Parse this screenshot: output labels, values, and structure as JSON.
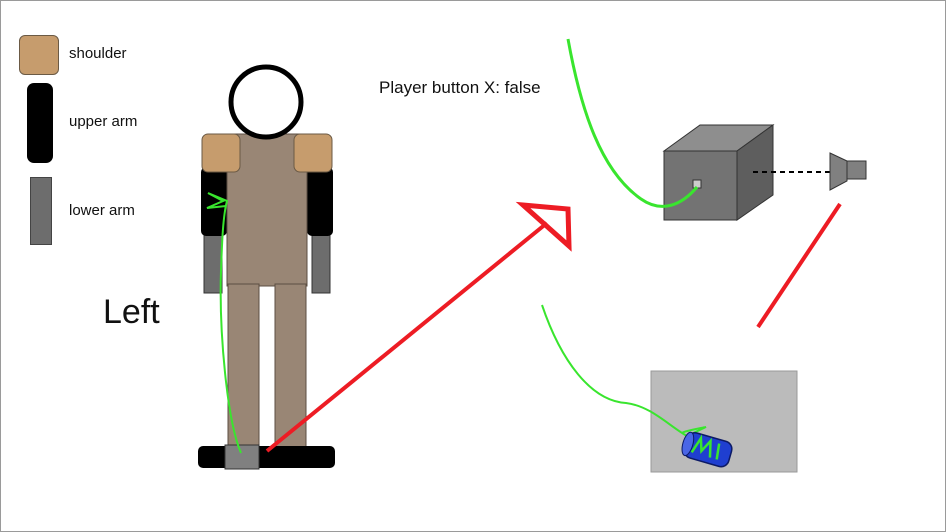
{
  "legend": {
    "items": [
      {
        "label": "shoulder",
        "color": "#c69c6d",
        "icon": "shoulder-swatch-icon"
      },
      {
        "label": "upper arm",
        "color": "#000000",
        "icon": "upper-arm-swatch-icon"
      },
      {
        "label": "lower arm",
        "color": "#6d6d6d",
        "icon": "lower-arm-swatch-icon"
      }
    ]
  },
  "figure": {
    "side_label": "Left",
    "body_color": "#998675",
    "head_stroke": "#000000",
    "foot_color": "#000000",
    "ankle_color": "#808080"
  },
  "status": {
    "text": "Player button X: false"
  },
  "colors": {
    "ray": "#ed1c24",
    "wire": "#39e52e",
    "box_front": "#737373",
    "box_top": "#8e8e8e",
    "box_side": "#5e5e5e",
    "panel": "#bbbbbb",
    "battery": "#1f3fd0"
  },
  "icons": [
    "cube-icon",
    "speaker-icon",
    "battery-icon",
    "laser-pointer-arrow-icon"
  ]
}
